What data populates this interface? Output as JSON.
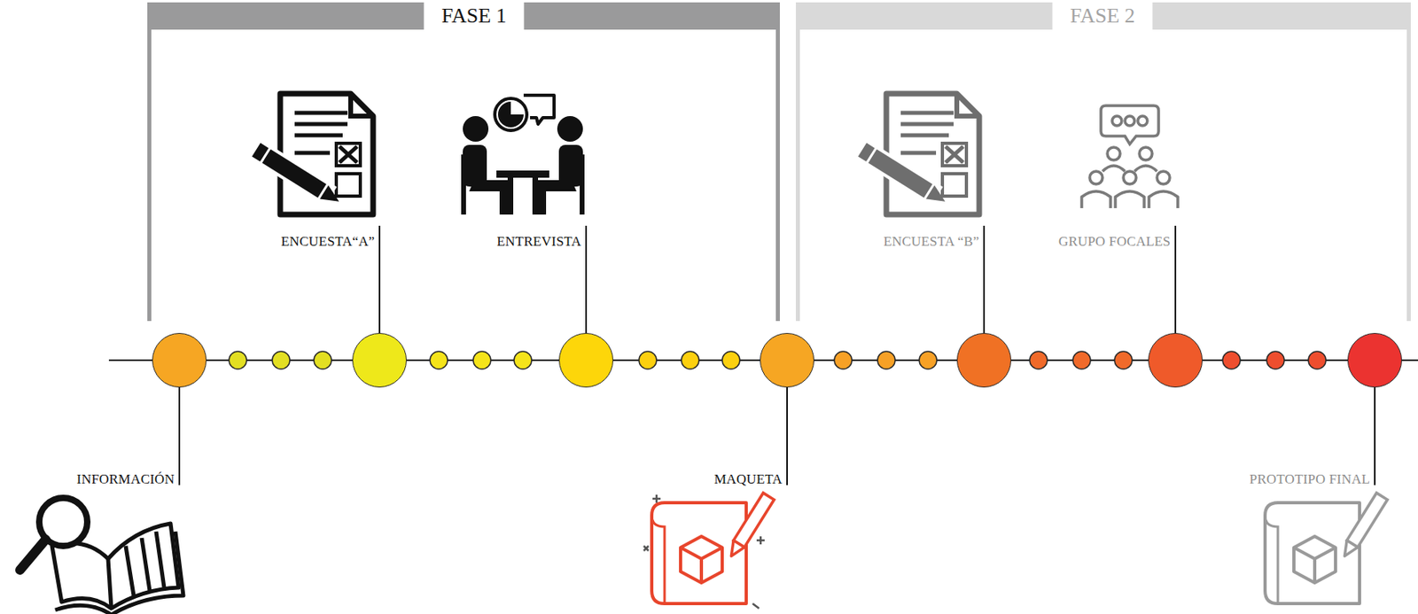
{
  "diagram": {
    "nodes": [
      {
        "text": [
          "INFORMACIÓN"
        ]
      },
      {
        "text": [
          "FASE 1"
        ]
      },
      {
        "text": [
          "ENCUESTA“A”"
        ],
        "in": 1
      },
      {
        "text": [
          "ENTREVISTA"
        ],
        "in": 1
      },
      {
        "text": [
          "MAQUETA"
        ]
      },
      {
        "text": [
          "FASE 2"
        ]
      },
      {
        "text": [
          "ENCUESTA “B”"
        ],
        "in": 5
      },
      {
        "text": [
          "GRUPO FOCALES"
        ],
        "in": 5
      },
      {
        "text": [
          "PROTOTIPO FINAL"
        ]
      }
    ],
    "edges": [
      {
        "from": 0,
        "to": 2,
        "arrow": "none"
      },
      {
        "from": 2,
        "to": 3,
        "arrow": "none"
      },
      {
        "from": 3,
        "to": 4,
        "arrow": "none"
      },
      {
        "from": 4,
        "to": 6,
        "arrow": "none"
      },
      {
        "from": 6,
        "to": 7,
        "arrow": "none"
      },
      {
        "from": 7,
        "to": 8,
        "arrow": "none"
      }
    ]
  }
}
